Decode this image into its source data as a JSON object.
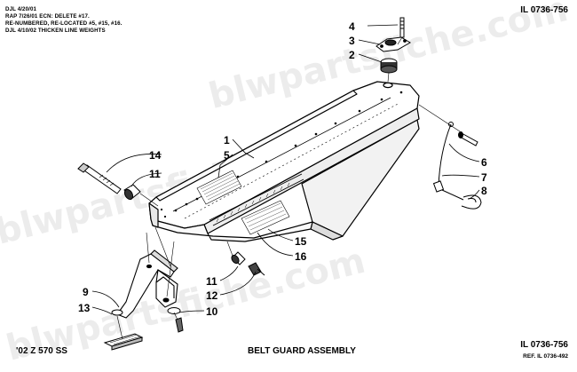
{
  "revision_notes": [
    "DJL 4/20/01",
    "RAP 7/26/01  ECN:  DELETE #17.",
    "RE-NUMBERED, RE-LOCATED #5, #15, #16.",
    "DJL 4/10/02 THICKEN LINE WEIGHTS"
  ],
  "drawing_id_top": "IL 0736-756",
  "drawing_id_bottom": "IL 0736-756",
  "reference_id": "REF. IL 0736-492",
  "model": "'02 Z 570 SS",
  "title": "BELT GUARD ASSEMBLY",
  "watermark": "blwpartsfiche.com",
  "parts": [
    {
      "num": "1"
    },
    {
      "num": "2"
    },
    {
      "num": "3"
    },
    {
      "num": "4"
    },
    {
      "num": "5"
    },
    {
      "num": "6"
    },
    {
      "num": "7"
    },
    {
      "num": "8"
    },
    {
      "num": "9"
    },
    {
      "num": "10"
    },
    {
      "num": "11"
    },
    {
      "num": "11"
    },
    {
      "num": "12"
    },
    {
      "num": "13"
    },
    {
      "num": "14"
    },
    {
      "num": "15"
    },
    {
      "num": "16"
    }
  ]
}
